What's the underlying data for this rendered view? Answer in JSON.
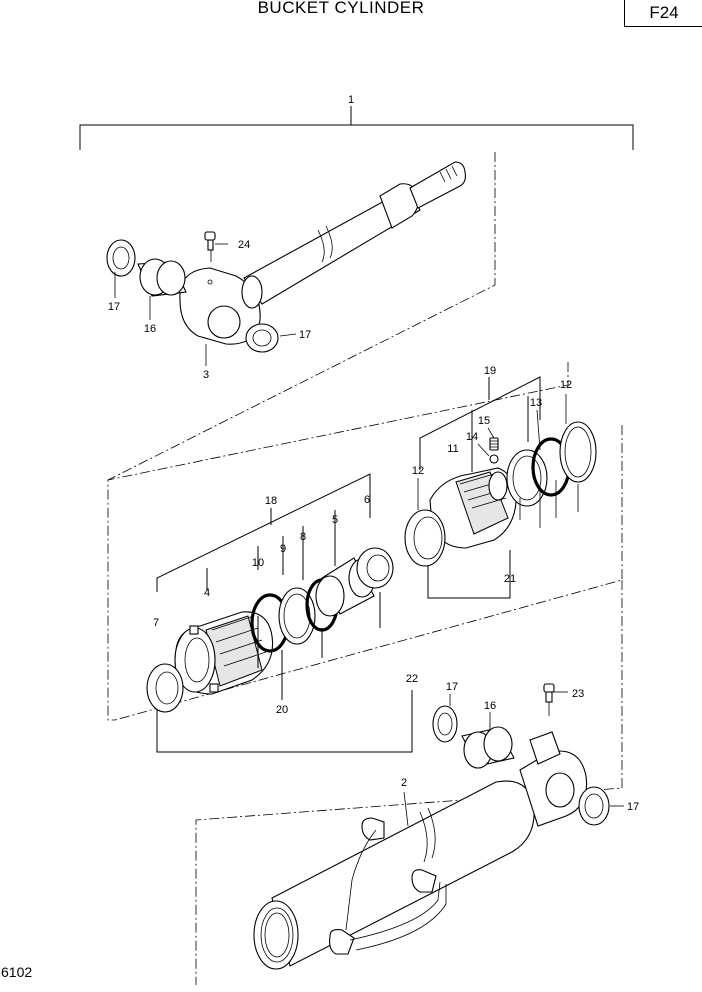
{
  "header": {
    "title": "BUCKET CYLINDER",
    "sheet_code": "F24"
  },
  "footer": {
    "page_number": "6102"
  },
  "callouts": [
    {
      "id": "c1",
      "label": "1"
    },
    {
      "id": "c24",
      "label": "24"
    },
    {
      "id": "c17a",
      "label": "17"
    },
    {
      "id": "c16a",
      "label": "16"
    },
    {
      "id": "c17b",
      "label": "17"
    },
    {
      "id": "c3",
      "label": "3"
    },
    {
      "id": "c19",
      "label": "19"
    },
    {
      "id": "c15",
      "label": "15"
    },
    {
      "id": "c14",
      "label": "14"
    },
    {
      "id": "c13",
      "label": "13"
    },
    {
      "id": "c12a",
      "label": "12"
    },
    {
      "id": "c11",
      "label": "11"
    },
    {
      "id": "c12b",
      "label": "12"
    },
    {
      "id": "c18",
      "label": "18"
    },
    {
      "id": "c6",
      "label": "6"
    },
    {
      "id": "c5",
      "label": "5"
    },
    {
      "id": "c8",
      "label": "8"
    },
    {
      "id": "c9",
      "label": "9"
    },
    {
      "id": "c10",
      "label": "10"
    },
    {
      "id": "c4",
      "label": "4"
    },
    {
      "id": "c7",
      "label": "7"
    },
    {
      "id": "c21",
      "label": "21"
    },
    {
      "id": "c22",
      "label": "22"
    },
    {
      "id": "c20",
      "label": "20"
    },
    {
      "id": "c17c",
      "label": "17"
    },
    {
      "id": "c16b",
      "label": "16"
    },
    {
      "id": "c23",
      "label": "23"
    },
    {
      "id": "c2",
      "label": "2"
    },
    {
      "id": "c17d",
      "label": "17"
    }
  ]
}
